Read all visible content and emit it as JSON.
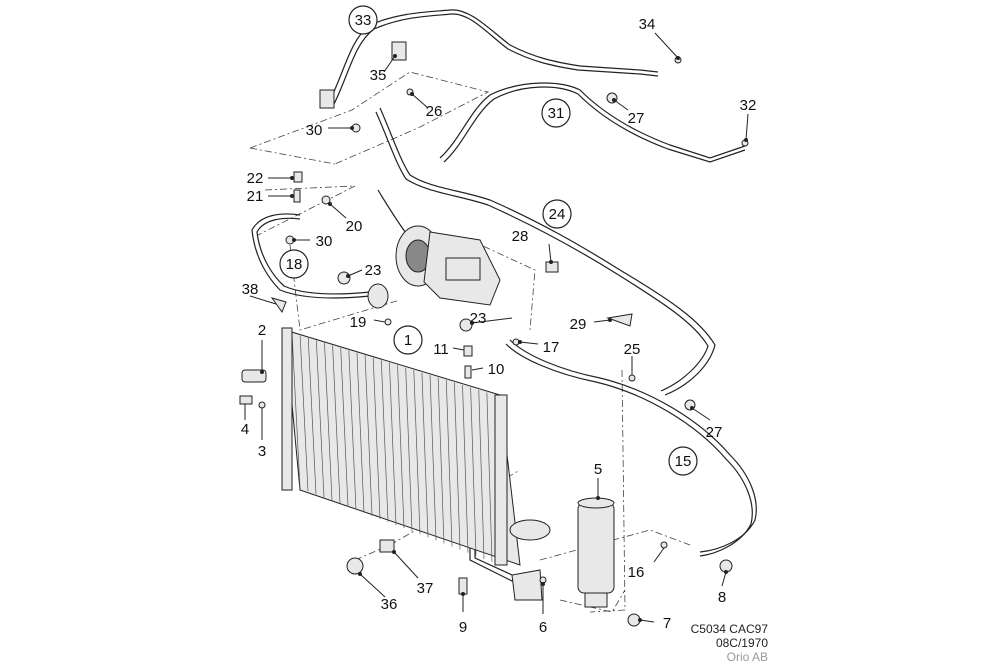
{
  "callouts": [
    {
      "id": "c33",
      "text": "33",
      "circled": true
    },
    {
      "id": "c34",
      "text": "34",
      "circled": false
    },
    {
      "id": "c35",
      "text": "35",
      "circled": false
    },
    {
      "id": "c26",
      "text": "26",
      "circled": false
    },
    {
      "id": "c27a",
      "text": "27",
      "circled": false
    },
    {
      "id": "c32",
      "text": "32",
      "circled": false
    },
    {
      "id": "c30a",
      "text": "30",
      "circled": false
    },
    {
      "id": "c31",
      "text": "31",
      "circled": true
    },
    {
      "id": "c22",
      "text": "22",
      "circled": false
    },
    {
      "id": "c21",
      "text": "21",
      "circled": false
    },
    {
      "id": "c20",
      "text": "20",
      "circled": false
    },
    {
      "id": "c30b",
      "text": "30",
      "circled": false
    },
    {
      "id": "c24",
      "text": "24",
      "circled": true
    },
    {
      "id": "c28",
      "text": "28",
      "circled": false
    },
    {
      "id": "c18",
      "text": "18",
      "circled": true
    },
    {
      "id": "c23a",
      "text": "23",
      "circled": false
    },
    {
      "id": "c38",
      "text": "38",
      "circled": false
    },
    {
      "id": "c19",
      "text": "19",
      "circled": false
    },
    {
      "id": "c1",
      "text": "1",
      "circled": true
    },
    {
      "id": "c23b",
      "text": "23",
      "circled": false
    },
    {
      "id": "c29",
      "text": "29",
      "circled": false
    },
    {
      "id": "c17",
      "text": "17",
      "circled": false
    },
    {
      "id": "c2",
      "text": "2",
      "circled": false
    },
    {
      "id": "c11",
      "text": "11",
      "circled": false
    },
    {
      "id": "c10",
      "text": "10",
      "circled": false
    },
    {
      "id": "c25",
      "text": "25",
      "circled": false
    },
    {
      "id": "c4",
      "text": "4",
      "circled": false
    },
    {
      "id": "c3",
      "text": "3",
      "circled": false
    },
    {
      "id": "c27b",
      "text": "27",
      "circled": false
    },
    {
      "id": "c15",
      "text": "15",
      "circled": true
    },
    {
      "id": "c5",
      "text": "5",
      "circled": false
    },
    {
      "id": "c16",
      "text": "16",
      "circled": false
    },
    {
      "id": "c37",
      "text": "37",
      "circled": false
    },
    {
      "id": "c8",
      "text": "8",
      "circled": false
    },
    {
      "id": "c36",
      "text": "36",
      "circled": false
    },
    {
      "id": "c9",
      "text": "9",
      "circled": false
    },
    {
      "id": "c6",
      "text": "6",
      "circled": false
    },
    {
      "id": "c7",
      "text": "7",
      "circled": false
    }
  ],
  "footer": {
    "code": "C5034 CAC97",
    "date": "08C/1970",
    "publisher": "Orio AB"
  }
}
